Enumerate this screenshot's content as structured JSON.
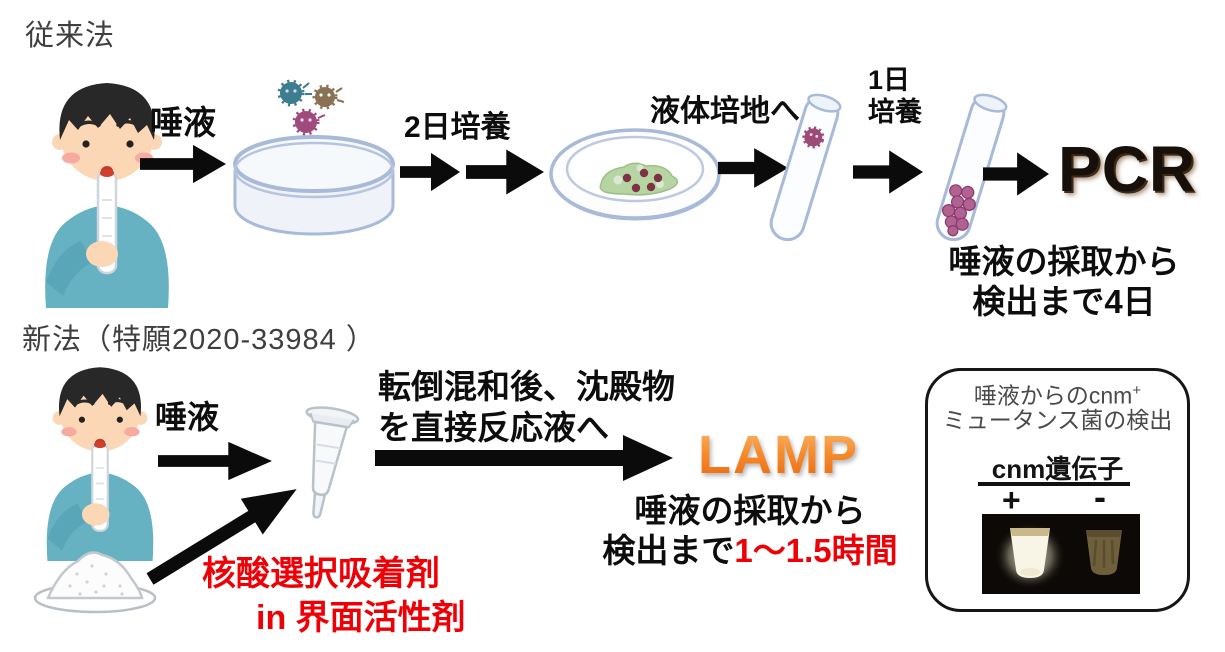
{
  "conventional": {
    "title": "従来法",
    "saliva_label": "唾液",
    "culture_2d_label": "2日培養",
    "to_liquid_label": "液体培地へ",
    "culture_1d_line1": "1日",
    "culture_1d_line2": "培養",
    "pcr_label": "PCR",
    "time_line1": "唾液の採取から",
    "time_line2": "検出まで4日"
  },
  "new_method": {
    "title": "新法（特願2020-33984 ）",
    "saliva_label": "唾液",
    "mix_line1": "転倒混和後、沈殿物",
    "mix_line2": "を直接反応液へ",
    "lamp_label": "LAMP",
    "time_line1": "唾液の採取から",
    "time_prefix": "検出まで",
    "time_highlight": "1〜1.5時間",
    "reagent_line1": "核酸選択吸着剤",
    "reagent_line2": "in 界面活性剤"
  },
  "result_box": {
    "heading_line1": "唾液からのcnm",
    "heading_sup": "+",
    "heading_line2": "ミュータンス菌の検出",
    "gene_label": "cnm遺伝子",
    "plus": "+",
    "minus": "-"
  },
  "icons": {
    "person": "boy-giving-saliva-sample",
    "petri_dish_empty": "petri-dish-side-view",
    "petri_dish_colony": "petri-dish-with-green-colony",
    "test_tube": "tilted-test-tube",
    "microtube": "microcentrifuge-tube",
    "powder": "white-powder-on-plate",
    "bacteria": "cartoon-bacteria",
    "photo": "lamp-result-tubes-photo"
  },
  "colors": {
    "accent_red": "#ee0007",
    "lamp_orange_top": "#fdbb72",
    "lamp_orange_bottom": "#e8650a",
    "title_gray": "#3f3f3f",
    "arrow_black": "#0b0b0b",
    "dish_stroke": "#a8bad8",
    "sweater_teal": "#66b2c3"
  }
}
